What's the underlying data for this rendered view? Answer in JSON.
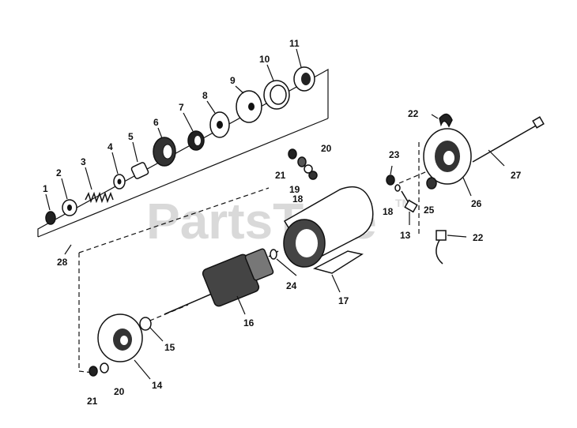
{
  "watermark": {
    "text": "PartsTree",
    "trademark": "TM"
  },
  "labels": {
    "l1": "1",
    "l2": "2",
    "l3": "3",
    "l4": "4",
    "l5": "5",
    "l6": "6",
    "l7": "7",
    "l8": "8",
    "l9": "9",
    "l10": "10",
    "l11": "11",
    "l13": "13",
    "l14": "14",
    "l15": "15",
    "l16": "16",
    "l17": "17",
    "l18a": "18",
    "l18b": "18",
    "l19": "19",
    "l20a": "20",
    "l20b": "20",
    "l21a": "21",
    "l21b": "21",
    "l22a": "22",
    "l22b": "22",
    "l23": "23",
    "l24": "24",
    "l25": "25",
    "l26": "26",
    "l27": "27",
    "l28": "28"
  },
  "colors": {
    "ink": "#111111",
    "watermark": "#d9d9d9",
    "background": "#ffffff"
  }
}
